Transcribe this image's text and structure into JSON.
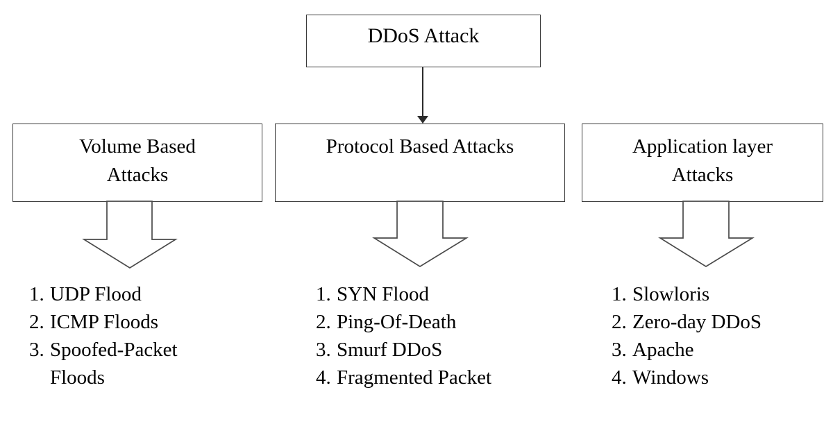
{
  "diagram": {
    "root": {
      "label": "DDoS Attack"
    },
    "categories": [
      {
        "id": "volume-based-attacks",
        "label": "Volume Based\nAttacks",
        "arrow": "down-block-arrow",
        "items": [
          {
            "num": "1.",
            "text": "UDP Flood"
          },
          {
            "num": "2.",
            "text": "ICMP Floods"
          },
          {
            "num": "3.",
            "text": "Spoofed-Packet\nFloods"
          }
        ]
      },
      {
        "id": "protocol-based-attacks",
        "label": "Protocol Based Attacks",
        "arrow": "down-block-arrow",
        "items": [
          {
            "num": "1.",
            "text": "SYN Flood"
          },
          {
            "num": "2.",
            "text": "Ping-Of-Death"
          },
          {
            "num": "3.",
            "text": "Smurf DDoS"
          },
          {
            "num": "4.",
            "text": "Fragmented Packet"
          }
        ]
      },
      {
        "id": "application-layer-attacks",
        "label": "Application layer\nAttacks",
        "arrow": "down-block-arrow",
        "items": [
          {
            "num": "1.",
            "text": "Slowloris"
          },
          {
            "num": "2.",
            "text": "Zero-day DDoS"
          },
          {
            "num": "3.",
            "text": "Apache"
          },
          {
            "num": "4.",
            "text": "Windows"
          }
        ]
      }
    ],
    "colors": {
      "background": "#ffffff",
      "text": "#000000",
      "box_border": "#3a3a3a",
      "arrow_stroke": "#4a4a4a",
      "connector_stroke": "#2b2b2b"
    }
  }
}
